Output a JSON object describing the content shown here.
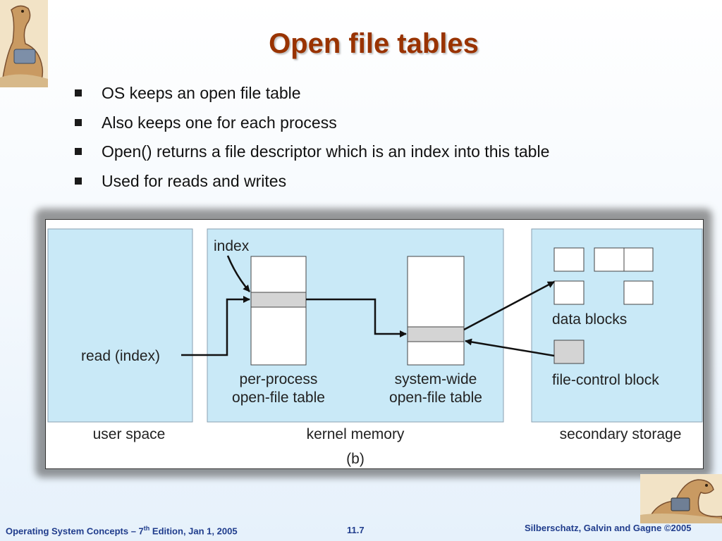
{
  "slide": {
    "title": "Open file tables",
    "bullets": [
      "OS keeps an open file table",
      "Also keeps one for each process",
      "Open() returns a file descriptor which is an index into this table",
      "Used for reads and writes"
    ]
  },
  "figure": {
    "label_index": "index",
    "label_read": "read (index)",
    "per_process_line1": "per-process",
    "per_process_line2": "open-file table",
    "system_wide_line1": "system-wide",
    "system_wide_line2": "open-file table",
    "label_data_blocks": "data blocks",
    "label_fcb": "file-control block",
    "region_user": "user space",
    "region_kernel": "kernel memory",
    "region_storage": "secondary storage",
    "caption": "(b)",
    "colors": {
      "region_fill": "#c9e9f7",
      "highlight_fill": "#d4d4d4",
      "frame_border": "#8aa0b0"
    }
  },
  "footer": {
    "left_prefix": "Operating System Concepts – 7",
    "left_sup": "th",
    "left_suffix": " Edition, Jan 1, 2005",
    "page": "11.7",
    "right": "Silberschatz, Galvin and Gagne ©2005"
  },
  "logos": [
    "dinosaur-logo-top-left",
    "dinosaur-logo-bottom-right"
  ]
}
